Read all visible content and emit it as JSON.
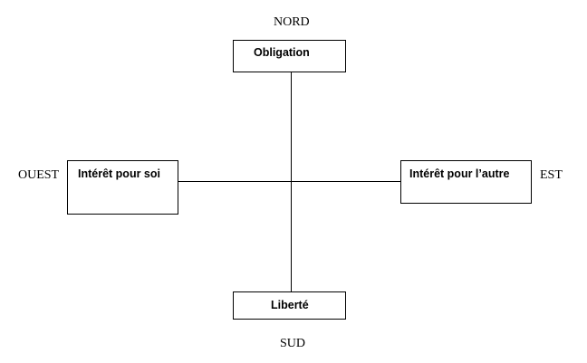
{
  "directions": {
    "north": "NORD",
    "south": "SUD",
    "west": "OUEST",
    "east": "EST"
  },
  "boxes": {
    "top": "Obligation",
    "bottom": "Liberté",
    "left": "Intérêt pour soi",
    "right": "Intérêt pour l’autre"
  }
}
